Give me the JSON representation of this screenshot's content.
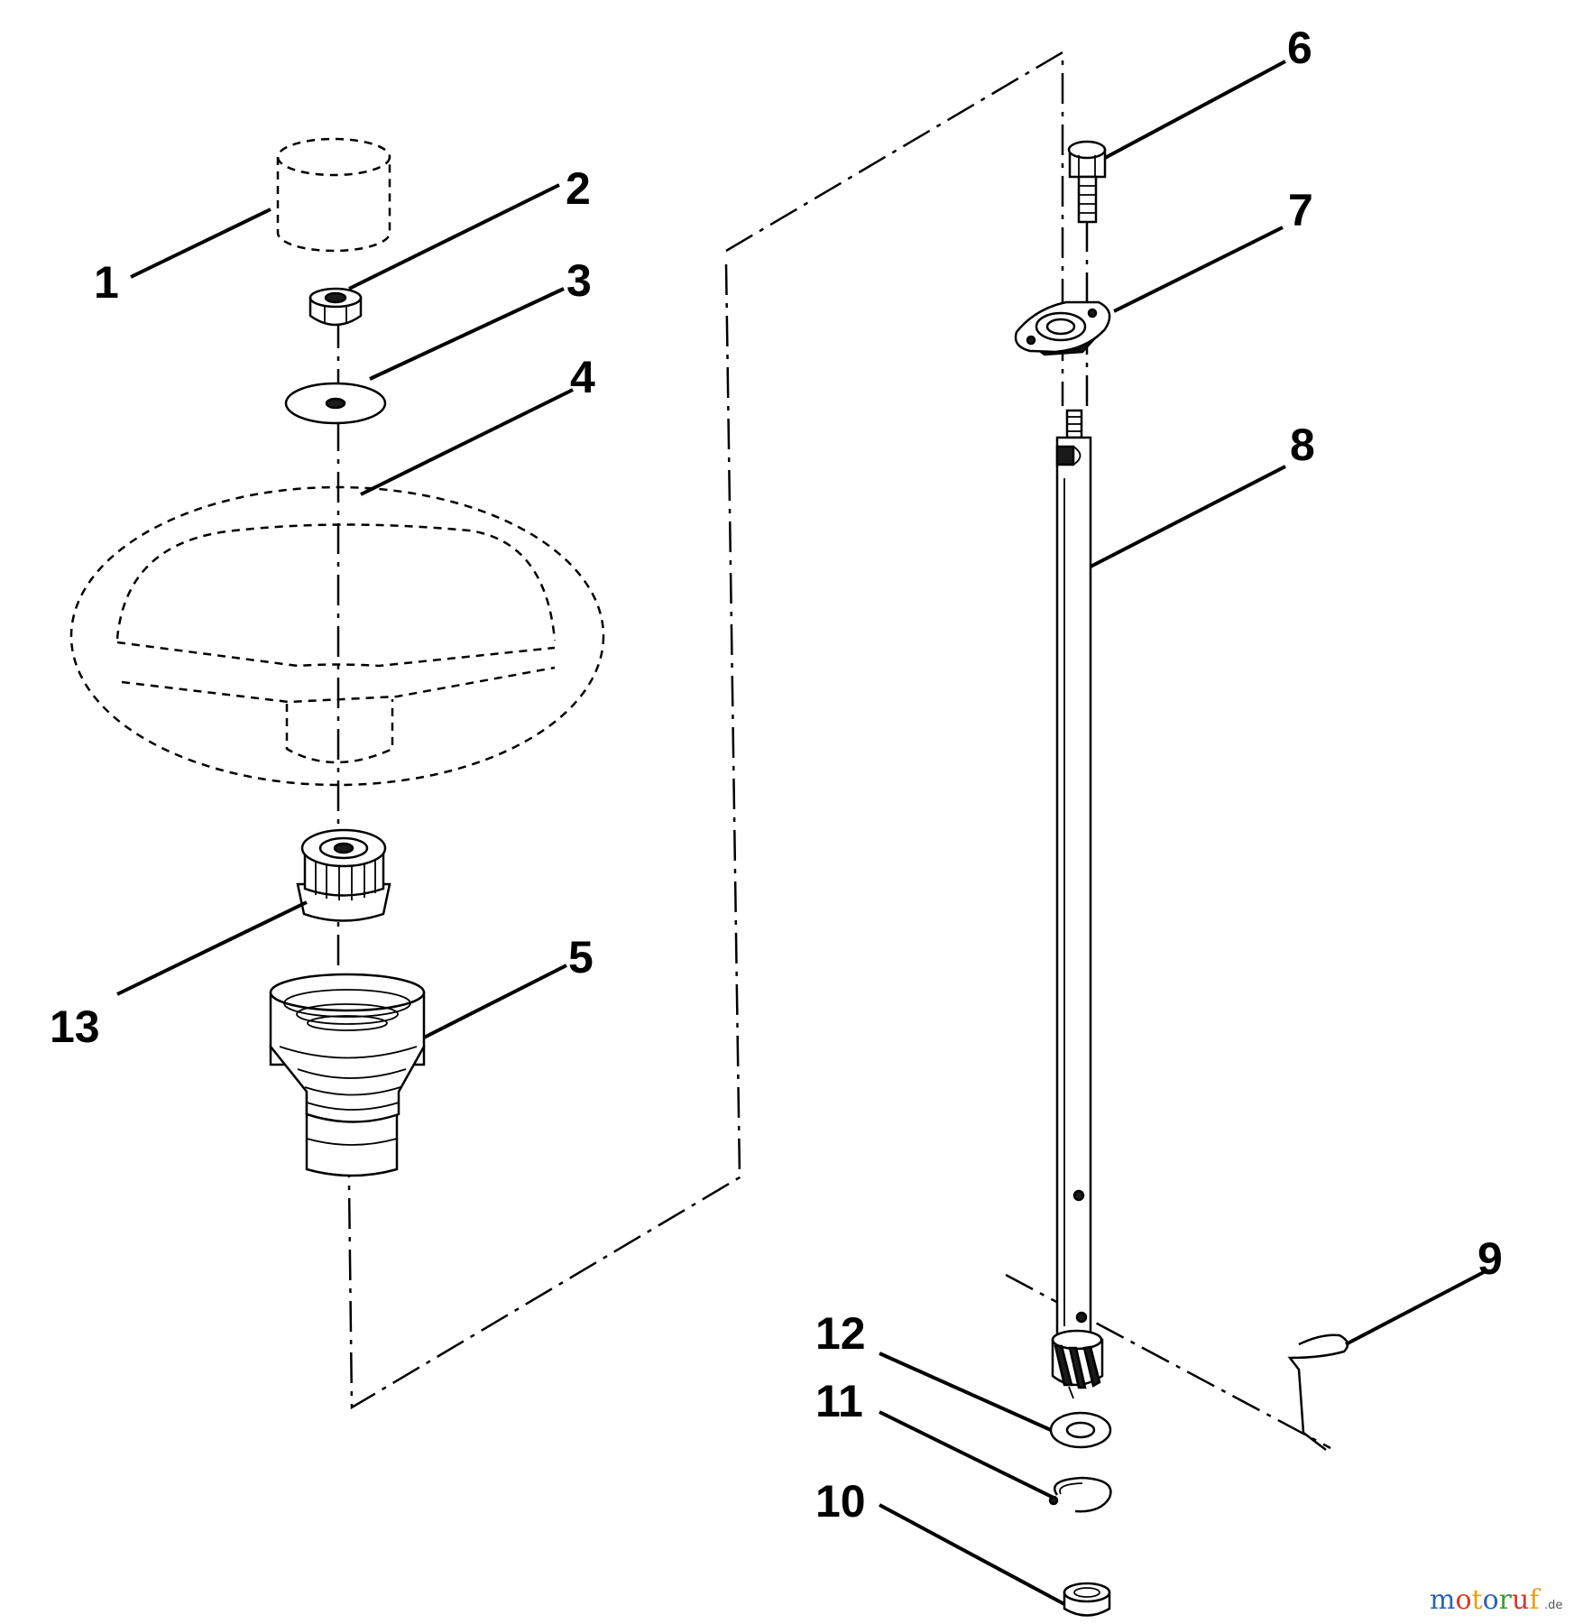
{
  "diagram": {
    "callouts": [
      "1",
      "2",
      "3",
      "4",
      "5",
      "6",
      "7",
      "8",
      "9",
      "10",
      "11",
      "12",
      "13"
    ]
  },
  "watermark": {
    "letters": [
      "m",
      "o",
      "t",
      "o",
      "r",
      "u",
      "f"
    ],
    "letter_colors": [
      "#2a63b5",
      "#d23a2a",
      "#e6a11b",
      "#2a63b5",
      "#3f9a3a",
      "#d23a2a",
      "#e6a11b"
    ],
    "suffix": ".de"
  }
}
